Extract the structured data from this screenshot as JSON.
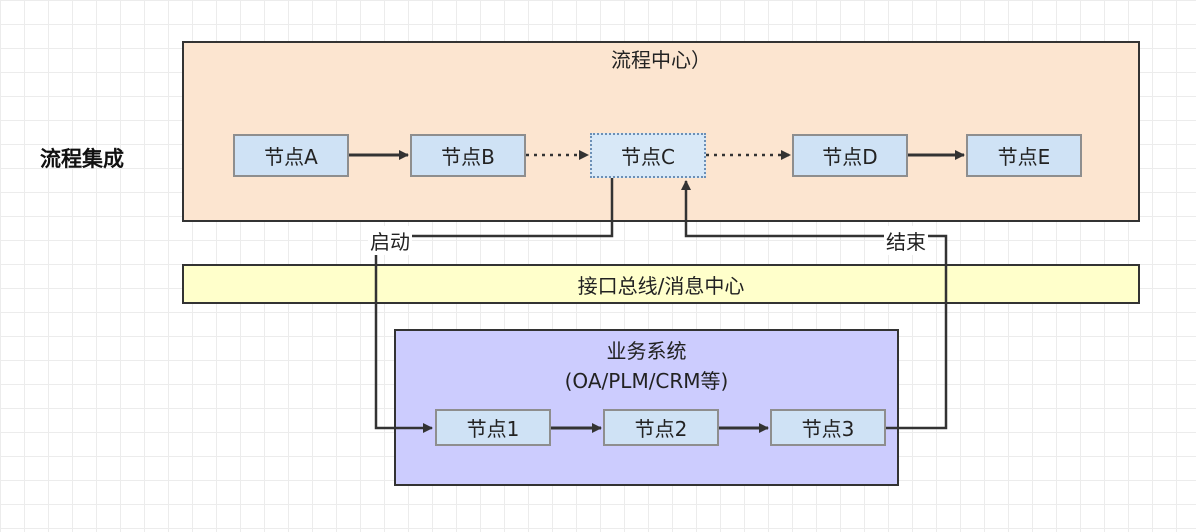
{
  "side_label": "流程集成",
  "process_center": {
    "title": "流程中心）",
    "nodes": [
      "节点A",
      "节点B",
      "节点C",
      "节点D",
      "节点E"
    ]
  },
  "bus": {
    "label": "接口总线/消息中心"
  },
  "business": {
    "title_line1": "业务系统",
    "title_line2": "(OA/PLM/CRM等)",
    "nodes": [
      "节点1",
      "节点2",
      "节点3"
    ]
  },
  "connectors": {
    "start_label": "启动",
    "end_label": "结束"
  },
  "colors": {
    "process_center_fill": "#fce5d0",
    "node_fill": "#cfe2f5",
    "bus_fill": "#ffffcb",
    "business_fill": "#ccccfe",
    "line": "#333333"
  }
}
